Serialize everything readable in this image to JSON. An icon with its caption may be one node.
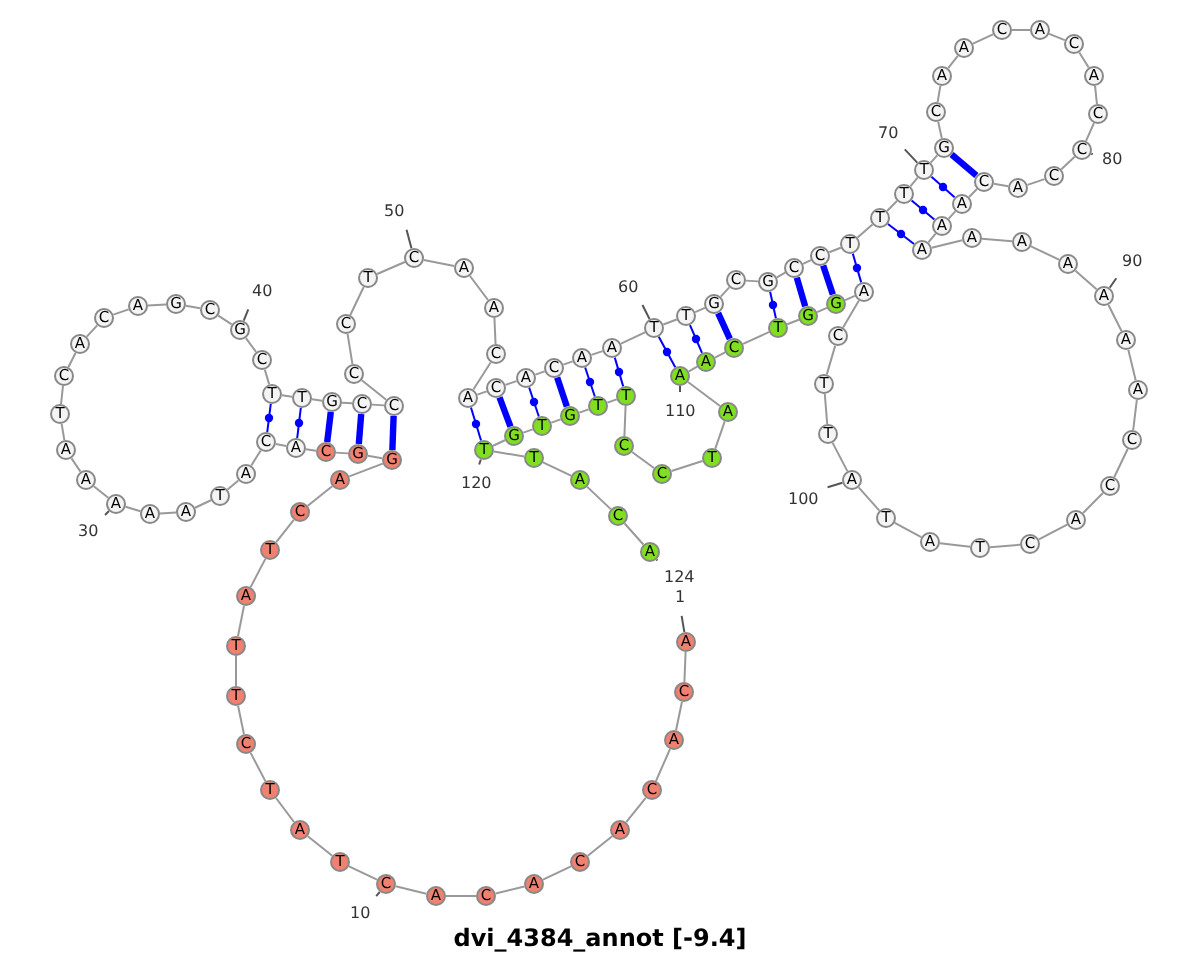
{
  "diagram": {
    "caption": "dvi_4384_annot [-9.4]",
    "nodes": [
      {
        "text": [
          "A"
        ],
        "beside": [
          "1"
        ]
      },
      {
        "text": [
          "C"
        ]
      },
      {
        "text": [
          "A"
        ]
      },
      {
        "text": [
          "C"
        ]
      },
      {
        "text": [
          "A"
        ]
      },
      {
        "text": [
          "C"
        ]
      },
      {
        "text": [
          "A"
        ]
      },
      {
        "text": [
          "C"
        ]
      },
      {
        "text": [
          "A"
        ]
      },
      {
        "text": [
          "C"
        ],
        "beside": [
          "10"
        ]
      },
      {
        "text": [
          "T"
        ]
      },
      {
        "text": [
          "A"
        ]
      },
      {
        "text": [
          "T"
        ]
      },
      {
        "text": [
          "C"
        ]
      },
      {
        "text": [
          "T"
        ]
      },
      {
        "text": [
          "T"
        ]
      },
      {
        "text": [
          "A"
        ]
      },
      {
        "text": [
          "T"
        ]
      },
      {
        "text": [
          "C"
        ]
      },
      {
        "text": [
          "A"
        ]
      },
      {
        "text": [
          "G"
        ]
      },
      {
        "text": [
          "G"
        ]
      },
      {
        "text": [
          "C"
        ]
      },
      {
        "text": [
          "A"
        ]
      },
      {
        "text": [
          "C"
        ]
      },
      {
        "text": [
          "A"
        ]
      },
      {
        "text": [
          "T"
        ]
      },
      {
        "text": [
          "A"
        ]
      },
      {
        "text": [
          "A"
        ]
      },
      {
        "text": [
          "A"
        ],
        "beside": [
          "30"
        ]
      },
      {
        "text": [
          "A"
        ]
      },
      {
        "text": [
          "A"
        ]
      },
      {
        "text": [
          "T"
        ]
      },
      {
        "text": [
          "C"
        ]
      },
      {
        "text": [
          "A"
        ]
      },
      {
        "text": [
          "C"
        ]
      },
      {
        "text": [
          "A"
        ]
      },
      {
        "text": [
          "G"
        ]
      },
      {
        "text": [
          "C"
        ]
      },
      {
        "text": [
          "G"
        ],
        "beside": [
          "40"
        ]
      },
      {
        "text": [
          "C"
        ]
      },
      {
        "text": [
          "T"
        ]
      },
      {
        "text": [
          "T"
        ]
      },
      {
        "text": [
          "G"
        ]
      },
      {
        "text": [
          "C"
        ]
      },
      {
        "text": [
          "C"
        ]
      },
      {
        "text": [
          "C"
        ]
      },
      {
        "text": [
          "C"
        ]
      },
      {
        "text": [
          "T"
        ]
      },
      {
        "text": [
          "C"
        ],
        "beside": [
          "50"
        ]
      },
      {
        "text": [
          "A"
        ]
      },
      {
        "text": [
          "A"
        ]
      },
      {
        "text": [
          "C"
        ]
      },
      {
        "text": [
          "A"
        ]
      },
      {
        "text": [
          "C"
        ]
      },
      {
        "text": [
          "A"
        ]
      },
      {
        "text": [
          "C"
        ]
      },
      {
        "text": [
          "A"
        ]
      },
      {
        "text": [
          "A"
        ]
      },
      {
        "text": [
          "T"
        ],
        "beside": [
          "60"
        ]
      },
      {
        "text": [
          "T"
        ]
      },
      {
        "text": [
          "G"
        ]
      },
      {
        "text": [
          "C"
        ]
      },
      {
        "text": [
          "G"
        ]
      },
      {
        "text": [
          "C"
        ]
      },
      {
        "text": [
          "C"
        ]
      },
      {
        "text": [
          "T"
        ]
      },
      {
        "text": [
          "T"
        ]
      },
      {
        "text": [
          "T"
        ]
      },
      {
        "text": [
          "T"
        ],
        "beside": [
          "70"
        ]
      },
      {
        "text": [
          "G"
        ]
      },
      {
        "text": [
          "C"
        ]
      },
      {
        "text": [
          "A"
        ]
      },
      {
        "text": [
          "A"
        ]
      },
      {
        "text": [
          "C"
        ]
      },
      {
        "text": [
          "A"
        ]
      },
      {
        "text": [
          "C"
        ]
      },
      {
        "text": [
          "A"
        ]
      },
      {
        "text": [
          "C"
        ]
      },
      {
        "text": [
          "C"
        ],
        "beside": [
          "80"
        ]
      },
      {
        "text": [
          "C"
        ]
      },
      {
        "text": [
          "A"
        ]
      },
      {
        "text": [
          "C"
        ]
      },
      {
        "text": [
          "A"
        ]
      },
      {
        "text": [
          "A"
        ]
      },
      {
        "text": [
          "A"
        ]
      },
      {
        "text": [
          "A"
        ]
      },
      {
        "text": [
          "A"
        ]
      },
      {
        "text": [
          "A"
        ]
      },
      {
        "text": [
          "A"
        ],
        "beside": [
          "90"
        ]
      },
      {
        "text": [
          "A"
        ]
      },
      {
        "text": [
          "A"
        ]
      },
      {
        "text": [
          "C"
        ]
      },
      {
        "text": [
          "C"
        ]
      },
      {
        "text": [
          "A"
        ]
      },
      {
        "text": [
          "C"
        ]
      },
      {
        "text": [
          "T"
        ]
      },
      {
        "text": [
          "A"
        ]
      },
      {
        "text": [
          "T"
        ]
      },
      {
        "text": [
          "A"
        ],
        "beside": [
          "100"
        ]
      },
      {
        "text": [
          "T"
        ]
      },
      {
        "text": [
          "T"
        ]
      },
      {
        "text": [
          "C"
        ]
      },
      {
        "text": [
          "A"
        ]
      },
      {
        "text": [
          "G"
        ]
      },
      {
        "text": [
          "G"
        ]
      },
      {
        "text": [
          "T"
        ]
      },
      {
        "text": [
          "C"
        ]
      },
      {
        "text": [
          "A"
        ]
      },
      {
        "text": [
          "A"
        ],
        "beside": [
          "110"
        ]
      },
      {
        "text": [
          "A"
        ]
      },
      {
        "text": [
          "T"
        ]
      },
      {
        "text": [
          "C"
        ]
      },
      {
        "text": [
          "C"
        ]
      },
      {
        "text": [
          "T"
        ]
      },
      {
        "text": [
          "T"
        ]
      },
      {
        "text": [
          "G"
        ]
      },
      {
        "text": [
          "T"
        ]
      },
      {
        "text": [
          "G"
        ]
      },
      {
        "text": [
          "T"
        ],
        "beside": [
          "120"
        ]
      },
      {
        "text": [
          "T"
        ]
      },
      {
        "text": [
          "A"
        ]
      },
      {
        "text": [
          "C"
        ]
      },
      {
        "text": [
          "A"
        ],
        "beside": [
          "124"
        ]
      }
    ],
    "edges": [
      {
        "from": 0,
        "to": 1,
        "arrow": "none"
      },
      {
        "from": 1,
        "to": 2,
        "arrow": "none"
      },
      {
        "from": 2,
        "to": 3,
        "arrow": "none"
      },
      {
        "from": 3,
        "to": 4,
        "arrow": "none"
      },
      {
        "from": 4,
        "to": 5,
        "arrow": "none"
      },
      {
        "from": 5,
        "to": 6,
        "arrow": "none"
      },
      {
        "from": 6,
        "to": 7,
        "arrow": "none"
      },
      {
        "from": 7,
        "to": 8,
        "arrow": "none"
      },
      {
        "from": 8,
        "to": 9,
        "arrow": "none"
      },
      {
        "from": 9,
        "to": 10,
        "arrow": "none"
      },
      {
        "from": 10,
        "to": 11,
        "arrow": "none"
      },
      {
        "from": 11,
        "to": 12,
        "arrow": "none"
      },
      {
        "from": 12,
        "to": 13,
        "arrow": "none"
      },
      {
        "from": 13,
        "to": 14,
        "arrow": "none"
      },
      {
        "from": 14,
        "to": 15,
        "arrow": "none"
      },
      {
        "from": 15,
        "to": 16,
        "arrow": "none"
      },
      {
        "from": 16,
        "to": 17,
        "arrow": "none"
      },
      {
        "from": 17,
        "to": 18,
        "arrow": "none"
      },
      {
        "from": 18,
        "to": 19,
        "arrow": "none"
      },
      {
        "from": 19,
        "to": 20,
        "arrow": "none"
      },
      {
        "from": 20,
        "to": 21,
        "arrow": "none"
      },
      {
        "from": 21,
        "to": 22,
        "arrow": "none"
      },
      {
        "from": 22,
        "to": 23,
        "arrow": "none"
      },
      {
        "from": 23,
        "to": 24,
        "arrow": "none"
      },
      {
        "from": 24,
        "to": 25,
        "arrow": "none"
      },
      {
        "from": 25,
        "to": 26,
        "arrow": "none"
      },
      {
        "from": 26,
        "to": 27,
        "arrow": "none"
      },
      {
        "from": 27,
        "to": 28,
        "arrow": "none"
      },
      {
        "from": 28,
        "to": 29,
        "arrow": "none"
      },
      {
        "from": 29,
        "to": 30,
        "arrow": "none"
      },
      {
        "from": 30,
        "to": 31,
        "arrow": "none"
      },
      {
        "from": 31,
        "to": 32,
        "arrow": "none"
      },
      {
        "from": 32,
        "to": 33,
        "arrow": "none"
      },
      {
        "from": 33,
        "to": 34,
        "arrow": "none"
      },
      {
        "from": 34,
        "to": 35,
        "arrow": "none"
      },
      {
        "from": 35,
        "to": 36,
        "arrow": "none"
      },
      {
        "from": 36,
        "to": 37,
        "arrow": "none"
      },
      {
        "from": 37,
        "to": 38,
        "arrow": "none"
      },
      {
        "from": 38,
        "to": 39,
        "arrow": "none"
      },
      {
        "from": 39,
        "to": 40,
        "arrow": "none"
      },
      {
        "from": 40,
        "to": 41,
        "arrow": "none"
      },
      {
        "from": 41,
        "to": 42,
        "arrow": "none"
      },
      {
        "from": 42,
        "to": 43,
        "arrow": "none"
      },
      {
        "from": 43,
        "to": 44,
        "arrow": "none"
      },
      {
        "from": 44,
        "to": 45,
        "arrow": "none"
      },
      {
        "from": 45,
        "to": 46,
        "arrow": "none"
      },
      {
        "from": 46,
        "to": 47,
        "arrow": "none"
      },
      {
        "from": 47,
        "to": 48,
        "arrow": "none"
      },
      {
        "from": 48,
        "to": 49,
        "arrow": "none"
      },
      {
        "from": 49,
        "to": 50,
        "arrow": "none"
      },
      {
        "from": 50,
        "to": 51,
        "arrow": "none"
      },
      {
        "from": 51,
        "to": 52,
        "arrow": "none"
      },
      {
        "from": 52,
        "to": 53,
        "arrow": "none"
      },
      {
        "from": 53,
        "to": 54,
        "arrow": "none"
      },
      {
        "from": 54,
        "to": 55,
        "arrow": "none"
      },
      {
        "from": 55,
        "to": 56,
        "arrow": "none"
      },
      {
        "from": 56,
        "to": 57,
        "arrow": "none"
      },
      {
        "from": 57,
        "to": 58,
        "arrow": "none"
      },
      {
        "from": 58,
        "to": 59,
        "arrow": "none"
      },
      {
        "from": 59,
        "to": 60,
        "arrow": "none"
      },
      {
        "from": 60,
        "to": 61,
        "arrow": "none"
      },
      {
        "from": 61,
        "to": 62,
        "arrow": "none"
      },
      {
        "from": 62,
        "to": 63,
        "arrow": "none"
      },
      {
        "from": 63,
        "to": 64,
        "arrow": "none"
      },
      {
        "from": 64,
        "to": 65,
        "arrow": "none"
      },
      {
        "from": 65,
        "to": 66,
        "arrow": "none"
      },
      {
        "from": 66,
        "to": 67,
        "arrow": "none"
      },
      {
        "from": 67,
        "to": 68,
        "arrow": "none"
      },
      {
        "from": 68,
        "to": 69,
        "arrow": "none"
      },
      {
        "from": 69,
        "to": 70,
        "arrow": "none"
      },
      {
        "from": 70,
        "to": 71,
        "arrow": "none"
      },
      {
        "from": 71,
        "to": 72,
        "arrow": "none"
      },
      {
        "from": 72,
        "to": 73,
        "arrow": "none"
      },
      {
        "from": 73,
        "to": 74,
        "arrow": "none"
      },
      {
        "from": 74,
        "to": 75,
        "arrow": "none"
      },
      {
        "from": 75,
        "to": 76,
        "arrow": "none"
      },
      {
        "from": 76,
        "to": 77,
        "arrow": "none"
      },
      {
        "from": 77,
        "to": 78,
        "arrow": "none"
      },
      {
        "from": 78,
        "to": 79,
        "arrow": "none"
      },
      {
        "from": 79,
        "to": 80,
        "arrow": "none"
      },
      {
        "from": 80,
        "to": 81,
        "arrow": "none"
      },
      {
        "from": 81,
        "to": 82,
        "arrow": "none"
      },
      {
        "from": 82,
        "to": 83,
        "arrow": "none"
      },
      {
        "from": 83,
        "to": 84,
        "arrow": "none"
      },
      {
        "from": 84,
        "to": 85,
        "arrow": "none"
      },
      {
        "from": 85,
        "to": 86,
        "arrow": "none"
      },
      {
        "from": 86,
        "to": 87,
        "arrow": "none"
      },
      {
        "from": 87,
        "to": 88,
        "arrow": "none"
      },
      {
        "from": 88,
        "to": 89,
        "arrow": "none"
      },
      {
        "from": 89,
        "to": 90,
        "arrow": "none"
      },
      {
        "from": 90,
        "to": 91,
        "arrow": "none"
      },
      {
        "from": 91,
        "to": 92,
        "arrow": "none"
      },
      {
        "from": 92,
        "to": 93,
        "arrow": "none"
      },
      {
        "from": 93,
        "to": 94,
        "arrow": "none"
      },
      {
        "from": 94,
        "to": 95,
        "arrow": "none"
      },
      {
        "from": 95,
        "to": 96,
        "arrow": "none"
      },
      {
        "from": 96,
        "to": 97,
        "arrow": "none"
      },
      {
        "from": 97,
        "to": 98,
        "arrow": "none"
      },
      {
        "from": 98,
        "to": 99,
        "arrow": "none"
      },
      {
        "from": 99,
        "to": 100,
        "arrow": "none"
      },
      {
        "from": 100,
        "to": 101,
        "arrow": "none"
      },
      {
        "from": 101,
        "to": 102,
        "arrow": "none"
      },
      {
        "from": 102,
        "to": 103,
        "arrow": "none"
      },
      {
        "from": 103,
        "to": 104,
        "arrow": "none"
      },
      {
        "from": 104,
        "to": 105,
        "arrow": "none"
      },
      {
        "from": 105,
        "to": 106,
        "arrow": "none"
      },
      {
        "from": 106,
        "to": 107,
        "arrow": "none"
      },
      {
        "from": 107,
        "to": 108,
        "arrow": "none"
      },
      {
        "from": 108,
        "to": 109,
        "arrow": "none"
      },
      {
        "from": 109,
        "to": 110,
        "arrow": "none"
      },
      {
        "from": 110,
        "to": 111,
        "arrow": "none"
      },
      {
        "from": 111,
        "to": 112,
        "arrow": "none"
      },
      {
        "from": 112,
        "to": 113,
        "arrow": "none"
      },
      {
        "from": 113,
        "to": 114,
        "arrow": "none"
      },
      {
        "from": 114,
        "to": 115,
        "arrow": "none"
      },
      {
        "from": 115,
        "to": 116,
        "arrow": "none"
      },
      {
        "from": 116,
        "to": 117,
        "arrow": "none"
      },
      {
        "from": 117,
        "to": 118,
        "arrow": "none"
      },
      {
        "from": 118,
        "to": 119,
        "arrow": "none"
      },
      {
        "from": 119,
        "to": 120,
        "arrow": "none"
      },
      {
        "from": 120,
        "to": 121,
        "arrow": "none"
      },
      {
        "from": 121,
        "to": 122,
        "arrow": "none"
      },
      {
        "from": 122,
        "to": 123,
        "arrow": "none"
      },
      {
        "from": 24,
        "to": 41,
        "arrow": "none",
        "color": "#0000ff"
      },
      {
        "from": 23,
        "to": 42,
        "arrow": "none",
        "color": "#0000ff"
      },
      {
        "from": 22,
        "to": 43,
        "arrow": "none",
        "color": "#0000ff",
        "style": "thick"
      },
      {
        "from": 21,
        "to": 44,
        "arrow": "none",
        "color": "#0000ff",
        "style": "thick"
      },
      {
        "from": 20,
        "to": 45,
        "arrow": "none",
        "color": "#0000ff",
        "style": "thick"
      },
      {
        "from": 53,
        "to": 119,
        "arrow": "none",
        "color": "#0000ff"
      },
      {
        "from": 54,
        "to": 118,
        "arrow": "none",
        "color": "#0000ff",
        "style": "thick"
      },
      {
        "from": 55,
        "to": 117,
        "arrow": "none",
        "color": "#0000ff"
      },
      {
        "from": 56,
        "to": 116,
        "arrow": "none",
        "color": "#0000ff",
        "style": "thick"
      },
      {
        "from": 57,
        "to": 115,
        "arrow": "none",
        "color": "#0000ff"
      },
      {
        "from": 58,
        "to": 114,
        "arrow": "none",
        "color": "#0000ff"
      },
      {
        "from": 59,
        "to": 109,
        "arrow": "none",
        "color": "#0000ff"
      },
      {
        "from": 60,
        "to": 108,
        "arrow": "none",
        "color": "#0000ff"
      },
      {
        "from": 61,
        "to": 107,
        "arrow": "none",
        "color": "#0000ff",
        "style": "thick"
      },
      {
        "from": 63,
        "to": 106,
        "arrow": "none",
        "color": "#0000ff"
      },
      {
        "from": 64,
        "to": 105,
        "arrow": "none",
        "color": "#0000ff",
        "style": "thick"
      },
      {
        "from": 65,
        "to": 104,
        "arrow": "none",
        "color": "#0000ff",
        "style": "thick"
      },
      {
        "from": 66,
        "to": 103,
        "arrow": "none",
        "color": "#0000ff"
      },
      {
        "from": 67,
        "to": 85,
        "arrow": "none",
        "color": "#0000ff"
      },
      {
        "from": 68,
        "to": 84,
        "arrow": "none",
        "color": "#0000ff"
      },
      {
        "from": 69,
        "to": 83,
        "arrow": "none",
        "color": "#0000ff"
      },
      {
        "from": 70,
        "to": 82,
        "arrow": "none",
        "color": "#0000ff",
        "style": "thick"
      }
    ]
  }
}
